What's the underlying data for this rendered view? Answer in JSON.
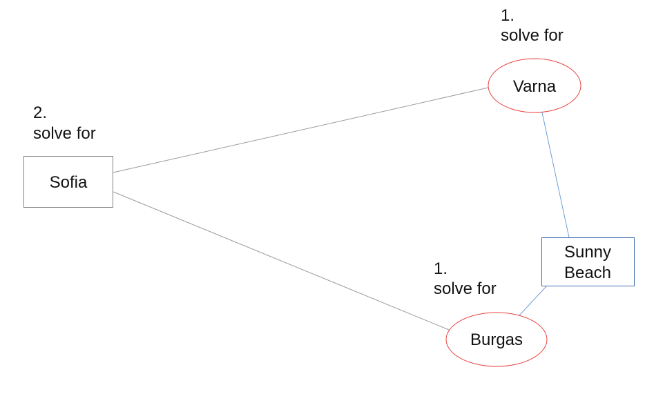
{
  "colors": {
    "red_outline": "#e8423f",
    "blue_outline": "#3f6ea8",
    "blue_connector": "#6e9ed8",
    "gray_outline": "#808080",
    "gray_connector": "#9a9a9a"
  },
  "nodes": {
    "sofia": {
      "label": "Sofia",
      "shape": "rectangle"
    },
    "varna": {
      "label": "Varna",
      "shape": "ellipse"
    },
    "burgas": {
      "label": "Burgas",
      "shape": "ellipse"
    },
    "sunny_beach": {
      "label_line1": "Sunny",
      "label_line2": "Beach",
      "shape": "rectangle"
    }
  },
  "annotations": {
    "varna": {
      "line1": "1.",
      "line2": "solve for"
    },
    "sofia": {
      "line1": "2.",
      "line2": "solve for"
    },
    "burgas": {
      "line1": "1.",
      "line2": "solve for"
    }
  },
  "edges": [
    {
      "from": "Sofia",
      "to": "Varna",
      "color": "gray"
    },
    {
      "from": "Sofia",
      "to": "Burgas",
      "color": "gray"
    },
    {
      "from": "Varna",
      "to": "Sunny Beach",
      "color": "blue"
    },
    {
      "from": "Sunny Beach",
      "to": "Burgas",
      "color": "blue"
    }
  ]
}
